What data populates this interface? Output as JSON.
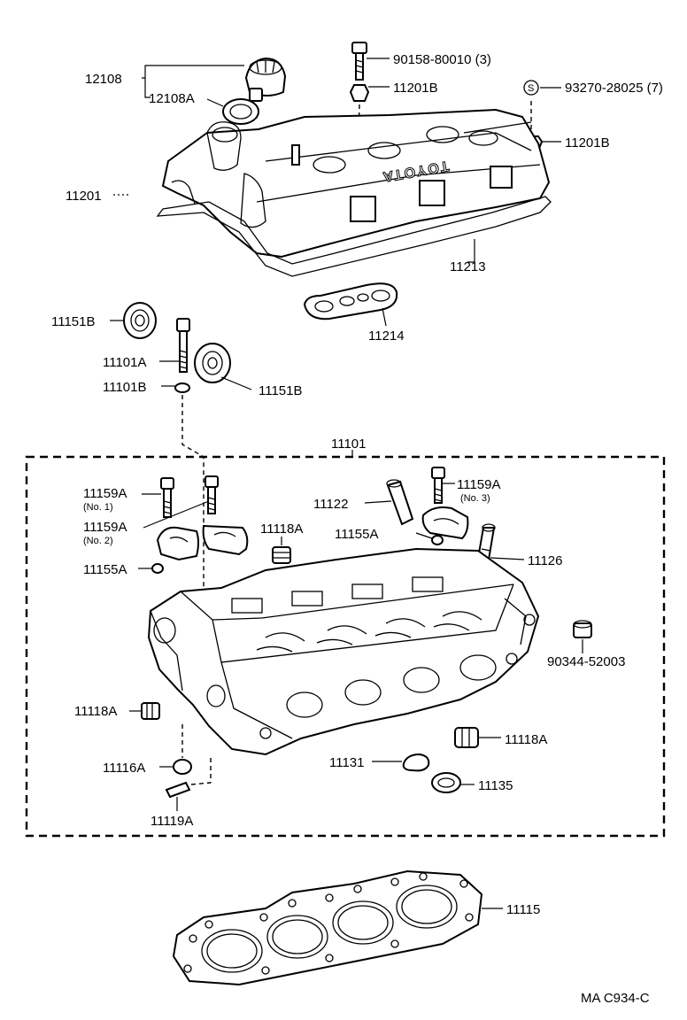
{
  "labels": {
    "p12108": "12108",
    "p12108A": "12108A",
    "p90158": "90158-80010 (3)",
    "p11201B_a": "11201B",
    "p93270": "93270-28025 (7)",
    "p11201B_b": "11201B",
    "p11201": "11201",
    "p11213": "11213",
    "p11214": "11214",
    "p11151B_a": "11151B",
    "p11101A": "11101A",
    "p11101B": "11101B",
    "p11151B_b": "11151B",
    "p11101": "11101",
    "p11159A_1": "11159A",
    "p11159A_1_note": "(No. 1)",
    "p11159A_2": "11159A",
    "p11159A_2_note": "(No. 2)",
    "p11159A_3": "11159A",
    "p11159A_3_note": "(No. 3)",
    "p11122": "11122",
    "p11118A_top": "11118A",
    "p11155A_right": "11155A",
    "p11126": "11126",
    "p11155A_left": "11155A",
    "p90344": "90344-52003",
    "p11118A_left": "11118A",
    "p11118A_right": "11118A",
    "p11131": "11131",
    "p11116A": "11116A",
    "p11135": "11135",
    "p11119A": "11119A",
    "p11115": "11115",
    "s_mark": "S",
    "toyota_mark": "TOYOTA",
    "figure_code": "MA C934-C"
  }
}
